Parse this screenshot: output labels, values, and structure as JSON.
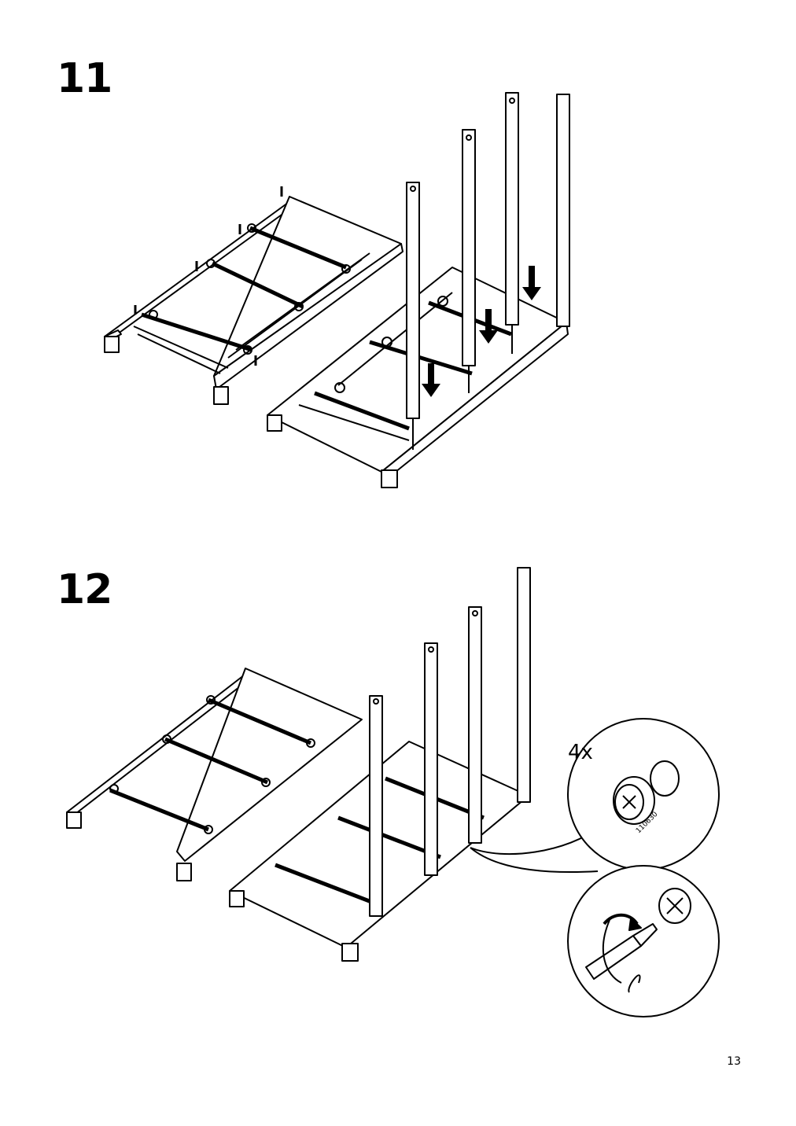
{
  "steps": [
    {
      "number": "11"
    },
    {
      "number": "12",
      "callout": {
        "quantity": "4x",
        "part_number": "110630"
      }
    }
  ],
  "page_number": "13",
  "icons": [
    "arrow-down-icon",
    "cam-lock-icon",
    "screwdriver-icon",
    "rotate-arrow-icon"
  ]
}
